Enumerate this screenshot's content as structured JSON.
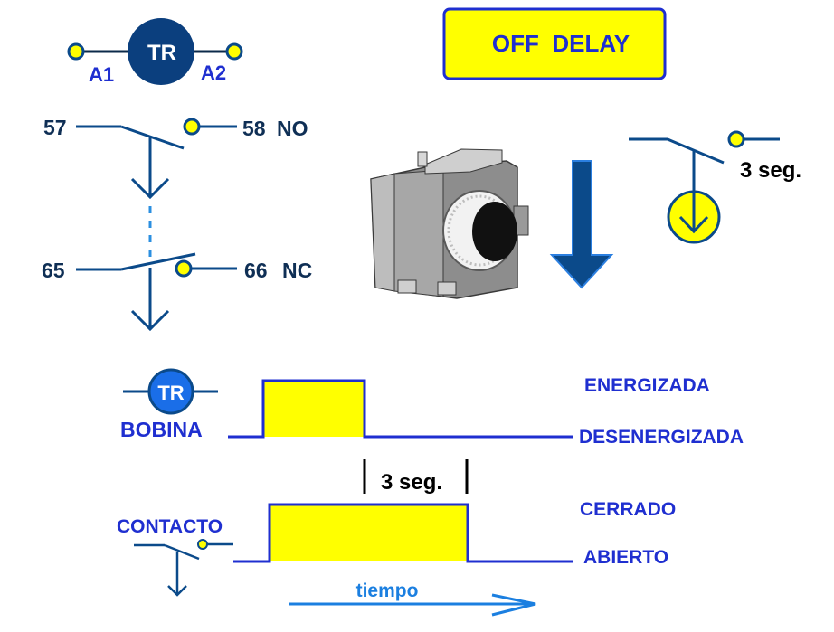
{
  "title": "OFF  DELAY",
  "relay_symbol": {
    "name": "TR",
    "terminal_left": "A1",
    "terminal_right": "A2"
  },
  "contacts": {
    "no": {
      "terminal_in": "57",
      "terminal_out": "58",
      "type": "NO"
    },
    "nc": {
      "terminal_in": "65",
      "terminal_out": "66",
      "type": "NC"
    }
  },
  "delay_contact": {
    "time_label": "3 seg."
  },
  "timing": {
    "coil_symbol": "TR",
    "coil_label": "BOBINA",
    "coil_high_state": "ENERGIZADA",
    "coil_low_state": "DESENERGIZADA",
    "delay_label": "3 seg.",
    "contact_label": "CONTACTO",
    "contact_high_state": "CERRADO",
    "contact_low_state": "ABIERTO",
    "time_axis_label": "tiempo"
  },
  "colors": {
    "navy": "#0b4a8a",
    "label_blue": "#1f2fd0",
    "yellow": "#ffff00",
    "dark_text": "#0f2f55",
    "arrow_blue": "#1b7fe0",
    "coil_blue": "#1a6ee8"
  }
}
